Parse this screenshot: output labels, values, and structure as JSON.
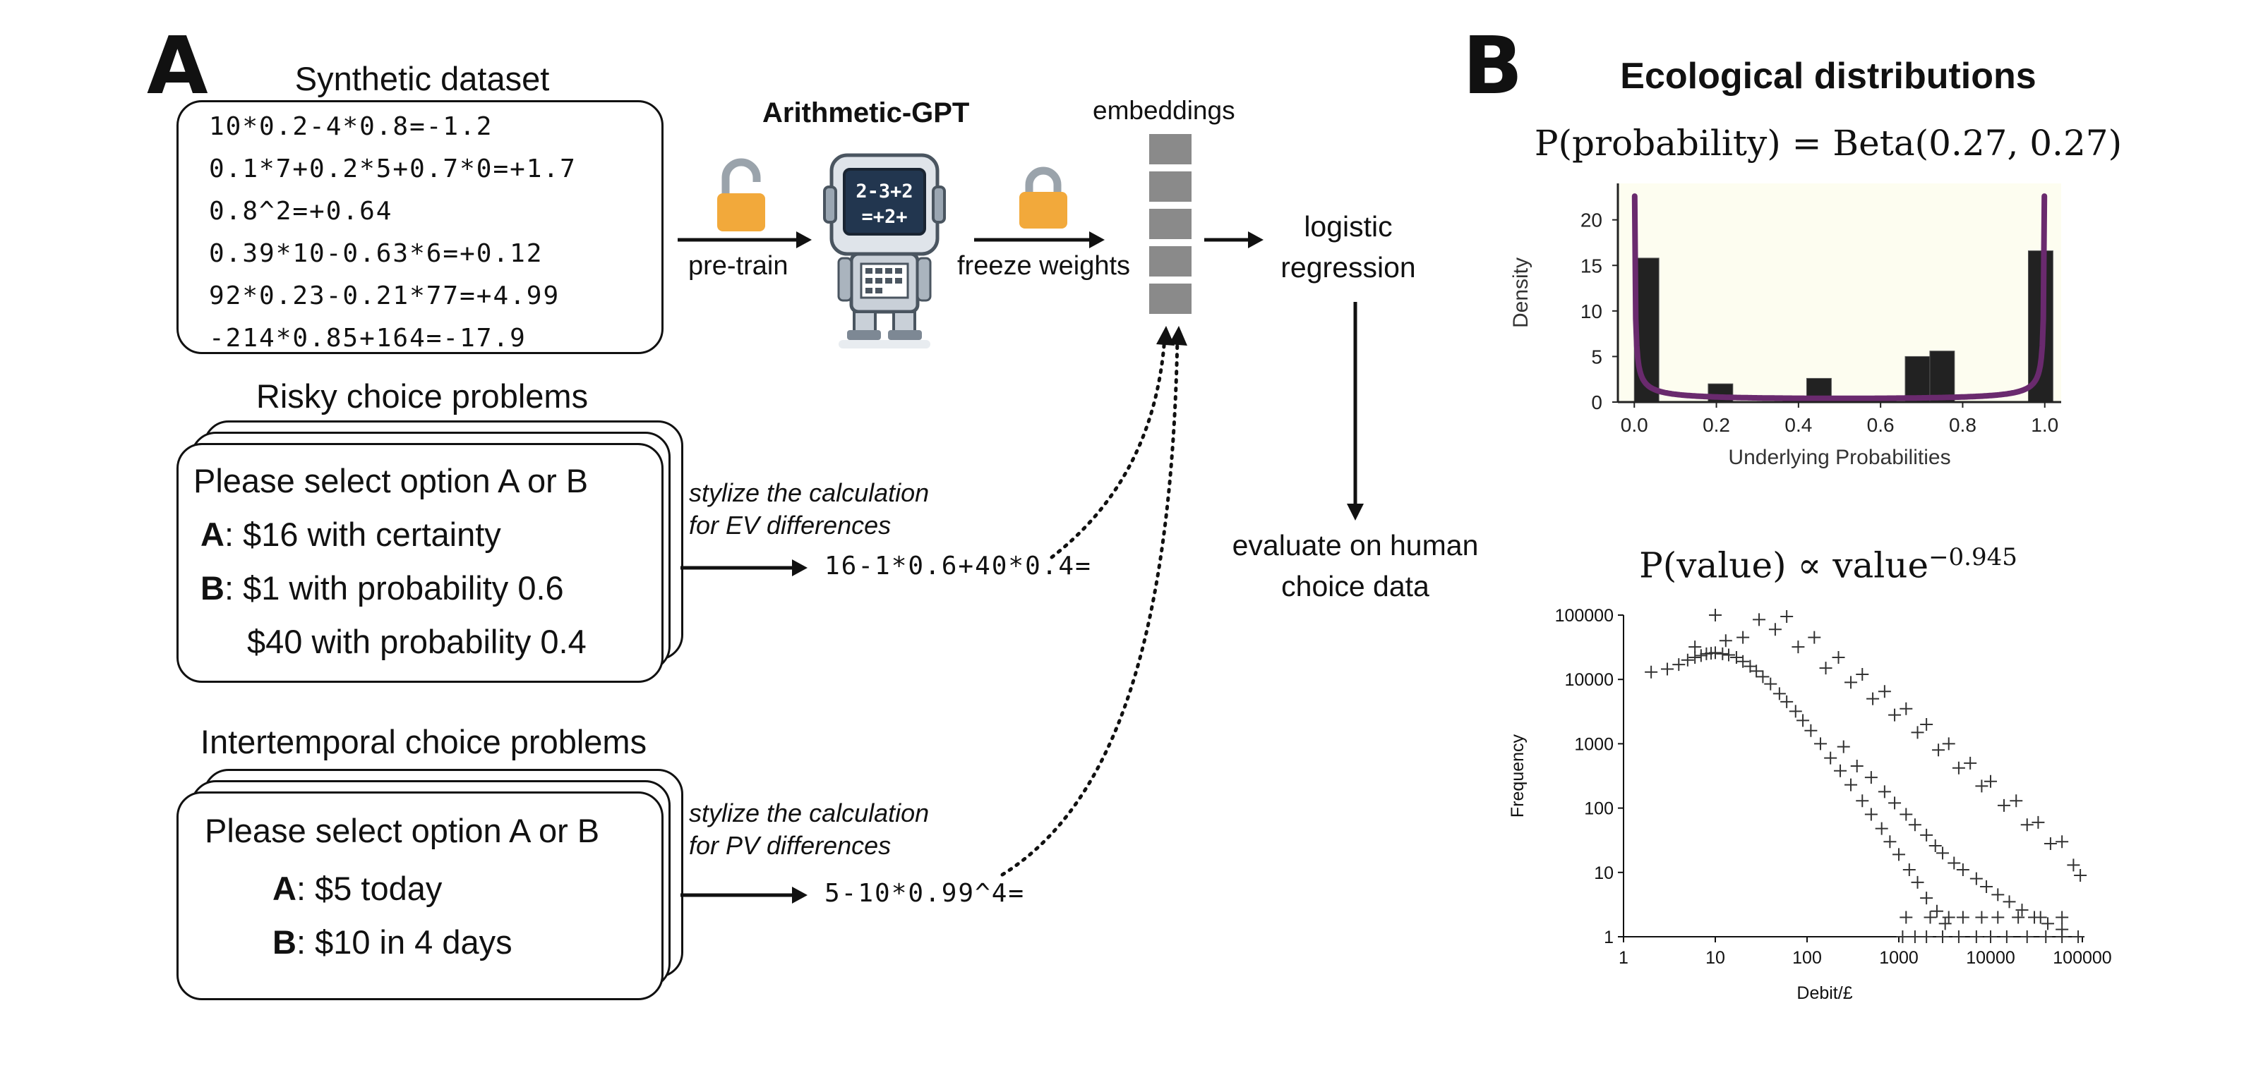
{
  "panel_a": {
    "letter": "A",
    "synthetic": {
      "title": "Synthetic dataset",
      "lines": [
        "10*0.2-4*0.8=-1.2",
        "0.1*7+0.2*5+0.7*0=+1.7",
        "0.8^2=+0.64",
        "0.39*10-0.63*6=+0.12",
        "92*0.23-0.21*77=+4.99",
        "-214*0.85+164=-17.9"
      ]
    },
    "model_title": "Arithmetic-GPT",
    "robot_screen": [
      "2-3+2",
      "=+2+"
    ],
    "pretrain_label": "pre-train",
    "freeze_label": "freeze weights",
    "embeddings_label": "embeddings",
    "logistic_label": [
      "logistic",
      "regression"
    ],
    "evaluate_label": [
      "evaluate on human",
      "choice data"
    ],
    "risky": {
      "title": "Risky choice problems",
      "prompt": "Please select option A or B",
      "a_key": "A",
      "a_text": ": $16 with certainty",
      "b_key": "B",
      "b_text": ": $1 with probability 0.6",
      "b_text2": "$40 with probability 0.4",
      "stylize": [
        "stylize the calculation",
        "for EV differences"
      ],
      "expression": "16-1*0.6+40*0.4="
    },
    "intertemporal": {
      "title": "Intertemporal choice problems",
      "prompt": "Please select option A or B",
      "a_key": "A",
      "a_text": ": $5 today",
      "b_key": "B",
      "b_text": ": $10 in 4 days",
      "stylize": [
        "stylize the calculation",
        "for PV differences"
      ],
      "expression": "5-10*0.99^4="
    }
  },
  "panel_b": {
    "letter": "B",
    "title": "Ecological distributions",
    "formula_top": "P(probability) = Beta(0.27, 0.27)",
    "formula_bottom_base": "P(value) ∝ value",
    "formula_bottom_exp": "−0.945"
  },
  "colors": {
    "curve": "#6a2a6e",
    "histogram_fill": "#222222",
    "plot_bg": "#fdfdf0",
    "lock": "#f2a93b",
    "embedding": "#8a8a8a"
  },
  "chart_data": [
    {
      "type": "bar",
      "xlabel": "Underlying Probabilities",
      "ylabel": "Density",
      "xlim": [
        -0.04,
        1.04
      ],
      "ylim": [
        0,
        24
      ],
      "xticks": [
        "0.0",
        "0.2",
        "0.4",
        "0.6",
        "0.8",
        "1.0"
      ],
      "yticks": [
        "0",
        "5",
        "10",
        "15",
        "20"
      ],
      "bins": [
        {
          "x0": 0.0,
          "x1": 0.06,
          "value": 15.8
        },
        {
          "x0": 0.18,
          "x1": 0.24,
          "value": 2.0
        },
        {
          "x0": 0.42,
          "x1": 0.48,
          "value": 2.6
        },
        {
          "x0": 0.66,
          "x1": 0.72,
          "value": 5.0
        },
        {
          "x0": 0.72,
          "x1": 0.78,
          "value": 5.6
        },
        {
          "x0": 0.96,
          "x1": 1.02,
          "value": 16.6
        }
      ],
      "curve": {
        "name": "Beta(0.27, 0.27)",
        "alpha": 0.27,
        "beta": 0.27
      }
    },
    {
      "type": "scatter",
      "xscale": "log",
      "yscale": "log",
      "xlabel": "Debit/£",
      "ylabel": "Frequency",
      "xlim": [
        1,
        100000
      ],
      "ylim": [
        1,
        100000
      ],
      "xticks": [
        "1",
        "10",
        "100",
        "1000",
        "10000",
        "100000"
      ],
      "yticks": [
        "1",
        "10",
        "100",
        "1000",
        "10000",
        "100000"
      ],
      "marker": "+",
      "points": [
        [
          2,
          13000
        ],
        [
          3,
          14500
        ],
        [
          4,
          17000
        ],
        [
          5,
          20000
        ],
        [
          6,
          22000
        ],
        [
          7,
          23500
        ],
        [
          8,
          25000
        ],
        [
          9,
          25500
        ],
        [
          10,
          26000
        ],
        [
          12,
          25000
        ],
        [
          14,
          24000
        ],
        [
          17,
          22000
        ],
        [
          20,
          19000
        ],
        [
          24,
          16000
        ],
        [
          28,
          13500
        ],
        [
          33,
          11000
        ],
        [
          40,
          8500
        ],
        [
          50,
          6000
        ],
        [
          60,
          4500
        ],
        [
          75,
          3200
        ],
        [
          90,
          2300
        ],
        [
          110,
          1600
        ],
        [
          140,
          1000
        ],
        [
          180,
          600
        ],
        [
          230,
          380
        ],
        [
          300,
          230
        ],
        [
          400,
          130
        ],
        [
          500,
          80
        ],
        [
          650,
          48
        ],
        [
          800,
          30
        ],
        [
          1000,
          19
        ],
        [
          1300,
          11
        ],
        [
          1600,
          7
        ],
        [
          2000,
          4
        ],
        [
          2600,
          2.5
        ],
        [
          3200,
          1.6
        ],
        [
          6,
          32000
        ],
        [
          10,
          100000
        ],
        [
          13,
          40000
        ],
        [
          20,
          45000
        ],
        [
          30,
          85000
        ],
        [
          45,
          60000
        ],
        [
          60,
          95000
        ],
        [
          80,
          32000
        ],
        [
          120,
          45000
        ],
        [
          160,
          15000
        ],
        [
          220,
          22000
        ],
        [
          300,
          9000
        ],
        [
          400,
          12000
        ],
        [
          520,
          5000
        ],
        [
          700,
          6500
        ],
        [
          900,
          2800
        ],
        [
          1200,
          3500
        ],
        [
          1600,
          1500
        ],
        [
          2000,
          2000
        ],
        [
          2700,
          800
        ],
        [
          3500,
          1000
        ],
        [
          4500,
          420
        ],
        [
          6000,
          500
        ],
        [
          8000,
          220
        ],
        [
          10000,
          260
        ],
        [
          14000,
          110
        ],
        [
          19000,
          130
        ],
        [
          25000,
          55
        ],
        [
          33000,
          60
        ],
        [
          45000,
          28
        ],
        [
          60000,
          30
        ],
        [
          80000,
          13
        ],
        [
          95000,
          9
        ],
        [
          250,
          900
        ],
        [
          350,
          450
        ],
        [
          500,
          300
        ],
        [
          700,
          180
        ],
        [
          900,
          120
        ],
        [
          1200,
          80
        ],
        [
          1500,
          55
        ],
        [
          2000,
          38
        ],
        [
          2500,
          26
        ],
        [
          3000,
          20
        ],
        [
          4000,
          14
        ],
        [
          5000,
          11
        ],
        [
          7000,
          8
        ],
        [
          9000,
          6
        ],
        [
          12000,
          4.5
        ],
        [
          16000,
          3.5
        ],
        [
          22000,
          2.6
        ],
        [
          30000,
          2
        ],
        [
          42000,
          1.6
        ],
        [
          60000,
          1.3
        ],
        [
          1100,
          1
        ],
        [
          1500,
          1
        ],
        [
          2000,
          1
        ],
        [
          3000,
          1
        ],
        [
          4500,
          1
        ],
        [
          7000,
          1
        ],
        [
          10000,
          1
        ],
        [
          15000,
          1
        ],
        [
          25000,
          1
        ],
        [
          40000,
          1
        ],
        [
          60000,
          1
        ],
        [
          90000,
          1
        ],
        [
          1200,
          2
        ],
        [
          2200,
          2
        ],
        [
          3500,
          2
        ],
        [
          5000,
          2
        ],
        [
          8000,
          2
        ],
        [
          12000,
          2
        ],
        [
          20000,
          2
        ],
        [
          35000,
          2
        ],
        [
          60000,
          2
        ]
      ]
    }
  ]
}
